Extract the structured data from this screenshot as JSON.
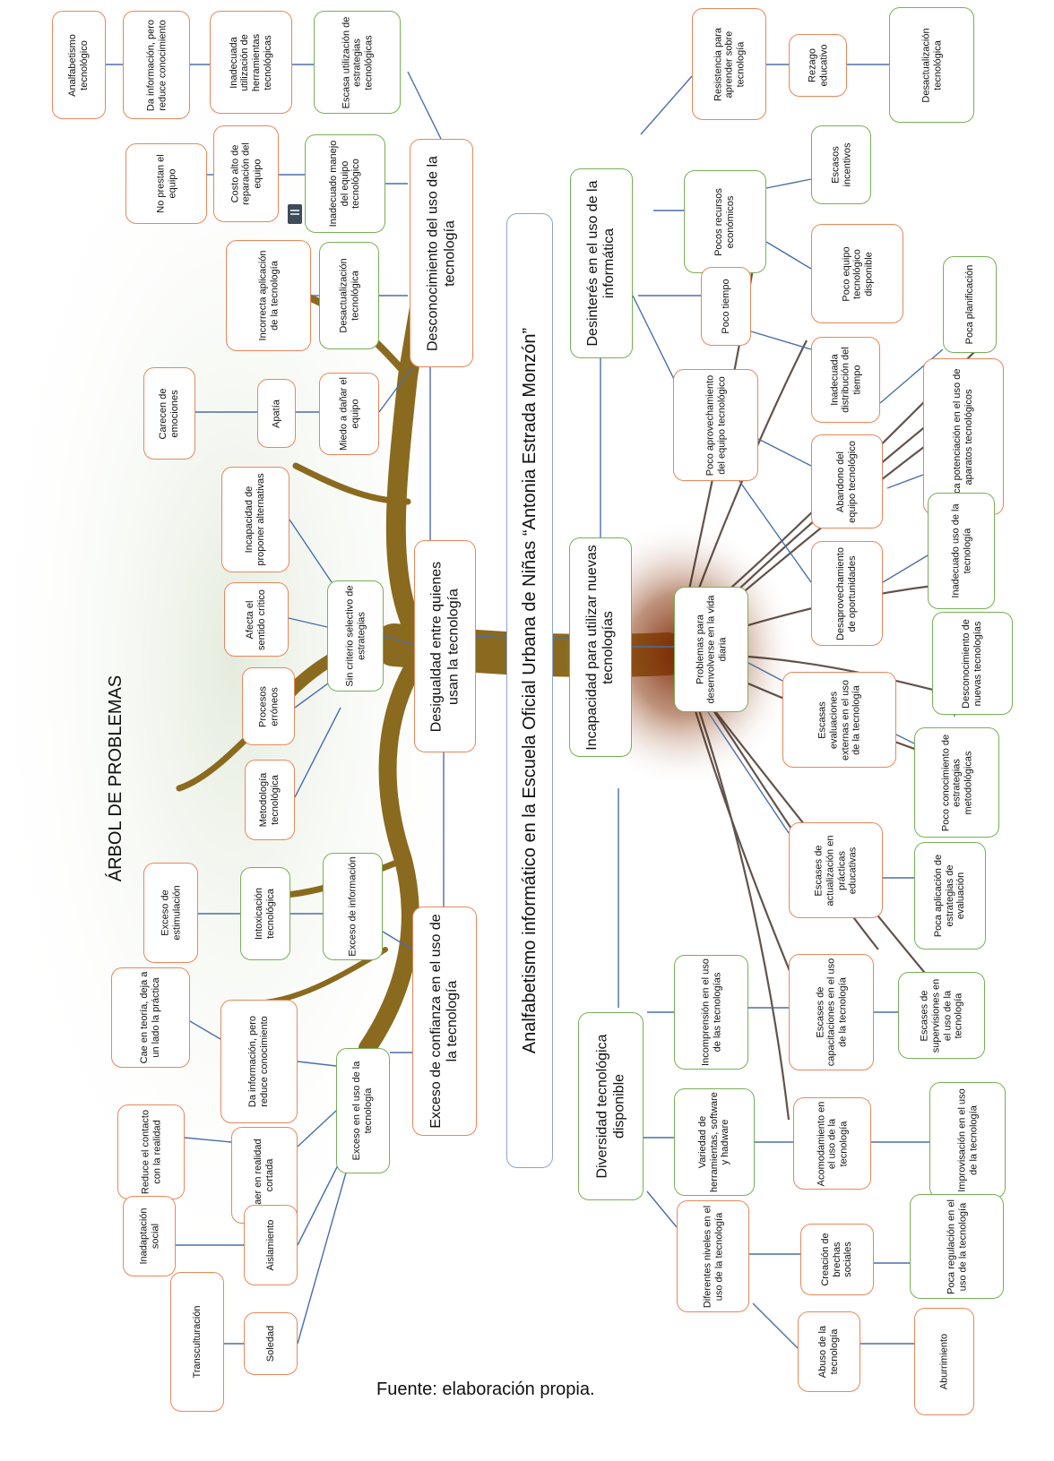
{
  "diagram": {
    "title": "ÁRBOL DE PROBLEMAS",
    "caption": "Fuente: elaboración propia.",
    "central_problem": "Analfabetismo informático en la Escuela Oficial Urbana de Niñas “Antonia Estrada Monzón”",
    "effects": {
      "e1": "Desconocimiento del uso de la tecnología",
      "e2": "Desigualdad entre quienes usan la tecnología",
      "e3": "Exceso de confianza en el uso de la tecnología",
      "e1a": "Escasa utilización de estrategias tecnológicas",
      "e1b": "Inadecuada utilización de herramientas tecnológicas",
      "e1c": "Da información, pero reduce conocimiento",
      "e1d": "Analfabetismo tecnológico",
      "e1e": "Inadecuado manejo del equipo tecnológico",
      "e1f": "Costo alto de reparación del equipo",
      "e1g": "No prestan el equipo",
      "e1h": "Desactualización tecnológica",
      "e1i": "Incorrecta aplicación de la tecnología",
      "e1j": "Miedo a dañar el equipo",
      "e1k": "Apatía",
      "e1l": "Carecen de emociones",
      "e2a": "Sin criterio selectivo de estrategias",
      "e2b": "Incapacidad de proponer alternativas",
      "e2c": "Afecta el sentido crítico",
      "e2d": "Procesos erróneos",
      "e2e": "Metodología tecnológica",
      "e3a": "Exceso de información",
      "e3b": "Intoxicación tecnológica",
      "e3c": "Exceso de estimulación",
      "e3d": "Exceso en el uso de la tecnología",
      "e3e": "Da información, pero reduce conocimiento",
      "e3f": "Cae en teoría, deja a un lado la práctica",
      "e3g": "Caer en realidad cortada",
      "e3h": "Reduce el contacto con la realidad",
      "e3i": "Aislamiento",
      "e3j": "Inadaptación social",
      "e3k": "Soledad",
      "e3l": "Transculturación"
    },
    "causes": {
      "c1": "Desinterés en el uso de la informática",
      "c2": "Incapacidad para utilizar nuevas tecnologías",
      "c3": "Diversidad tecnológica disponible",
      "c1a": "Resistencia para aprender sobre tecnología",
      "c1b": "Rezago educativo",
      "c1c": "Desactualización tecnológica",
      "c1d": "Pocos recursos económicos",
      "c1e": "Escasos incentivos",
      "c1f": "Poco equipo tecnológico disponible",
      "c1g": "Poco tiempo",
      "c1h": "Inadecuada distribución del tiempo",
      "c1i": "Poca planificación",
      "c1j": "Poco aprovechamiento del equipo tecnológico",
      "c1k": "Abandono del equipo tecnológico",
      "c1l": "Poca potenciación en el uso de aparatos tecnológicos",
      "c2a": "Desaprovechamiento de oportunidades",
      "c2b": "Inadecuado uso de la tecnología",
      "c2c": "Problemas para desenvolverse en la vida diaria",
      "c2d": "Desconocimiento de nuevas tecnologías",
      "c2e": "Escasas evaluaciones externas en el uso de la tecnología",
      "c2f": "Poco conocimiento de estrategias metodológicas",
      "c2g": "Escases de actualización en prácticas educativas",
      "c2h": "Poca aplicación de estrategias de evaluación",
      "c3a": "Incomprensión en el uso de las tecnologías",
      "c3b": "Escases de capacitaciones en el uso de la tecnología",
      "c3c": "Escases de supervisiones en el uso de la tecnología",
      "c3d": "Variedad de herramientas, software y hadware",
      "c3e": "Acomodamiento en el uso de la tecnología",
      "c3f": "Improvisación en el uso de la tecnología",
      "c3g": "Diferentes niveles en el uso de la tecnología",
      "c3h": "Creación de brechas sociales",
      "c3i": "Poca regulación en el uso de la tecnología",
      "c3j": "Abuso de la tecnología",
      "c3k": "Aburrimiento"
    }
  }
}
